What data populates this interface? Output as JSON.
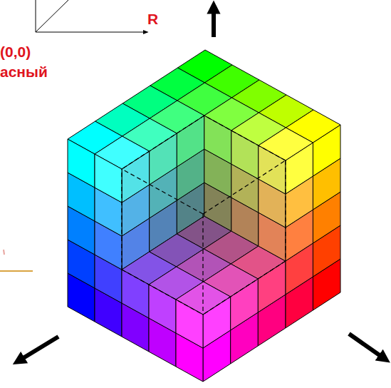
{
  "diagram": {
    "labels": [
      "R",
      "(0,0)",
      "асный"
    ]
  }
}
